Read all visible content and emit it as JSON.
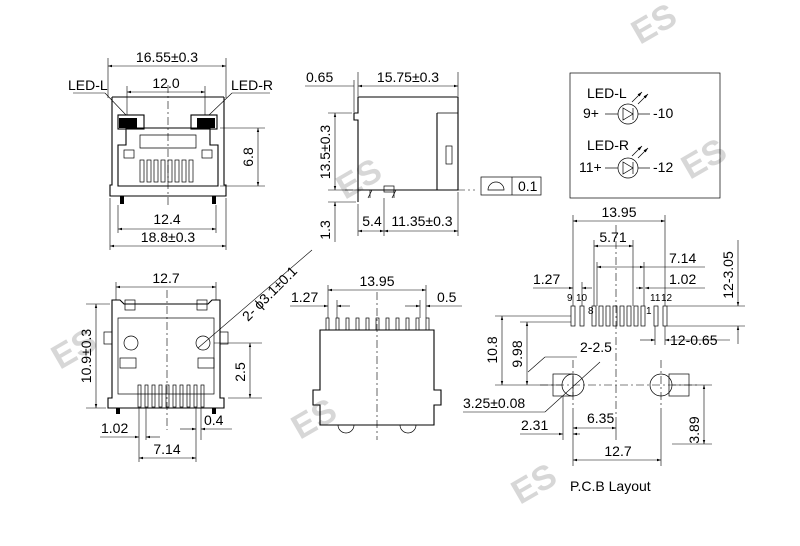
{
  "watermark": "ES",
  "front_view": {
    "overall_width": "16.55±0.3",
    "led_spacing": "12.0",
    "led_left": "LED-L",
    "led_right": "LED-R",
    "inner_height": "6.8",
    "base_width": "12.4",
    "bottom_width": "18.8±0.3"
  },
  "side_view": {
    "offset": "0.65",
    "length": "15.75±0.3",
    "height": "13.5±0.3",
    "pin_height": "1.3",
    "post_offset": "5.4",
    "post_spacing": "11.35±0.3",
    "flatness": "0.1"
  },
  "led_schematic": {
    "led_l": "LED-L",
    "led_l_anode": "9+",
    "led_l_cathode": "-10",
    "led_r": "LED-R",
    "led_r_anode": "11+",
    "led_r_cathode": "-12"
  },
  "bottom_view": {
    "width": "12.7",
    "hole_spec": "2- ϕ3.1±0.1",
    "height": "10.9±0.3",
    "post_height": "2.5",
    "pin_offset": "1.02",
    "pin_pitch_end": "0.4",
    "pin_span": "7.14"
  },
  "top_view": {
    "width": "13.95",
    "left_pitch": "1.27",
    "right_pitch": "0.5"
  },
  "pcb_layout": {
    "title": "P.C.B Layout",
    "overall": "13.95",
    "span_a": "5.71",
    "span_b": "7.14",
    "pitch_a": "1.27",
    "pitch_b": "1.02",
    "vert_hole": "12-3.05",
    "pin_labels": [
      "9",
      "10",
      "8",
      "1",
      "11",
      "12"
    ],
    "hole_dim": "12-0.65",
    "height_a": "10.8",
    "height_b": "9.98",
    "post_holes": "2-2.5",
    "big_hole": "3.25±0.08",
    "offset_a": "2.31",
    "offset_b": "6.35",
    "post_span": "12.7",
    "post_vert": "3.89"
  }
}
